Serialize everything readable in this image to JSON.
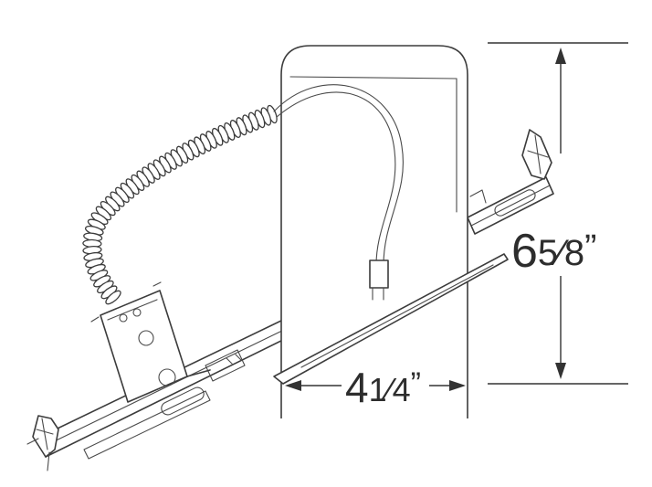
{
  "dimensions": {
    "height": {
      "whole": "6",
      "fraction": "5⁄8",
      "unit": "”"
    },
    "width": {
      "whole": "4",
      "fraction": "1⁄4",
      "unit": "”"
    }
  },
  "colors": {
    "line": "#3c3c3c",
    "background": "#ffffff"
  }
}
